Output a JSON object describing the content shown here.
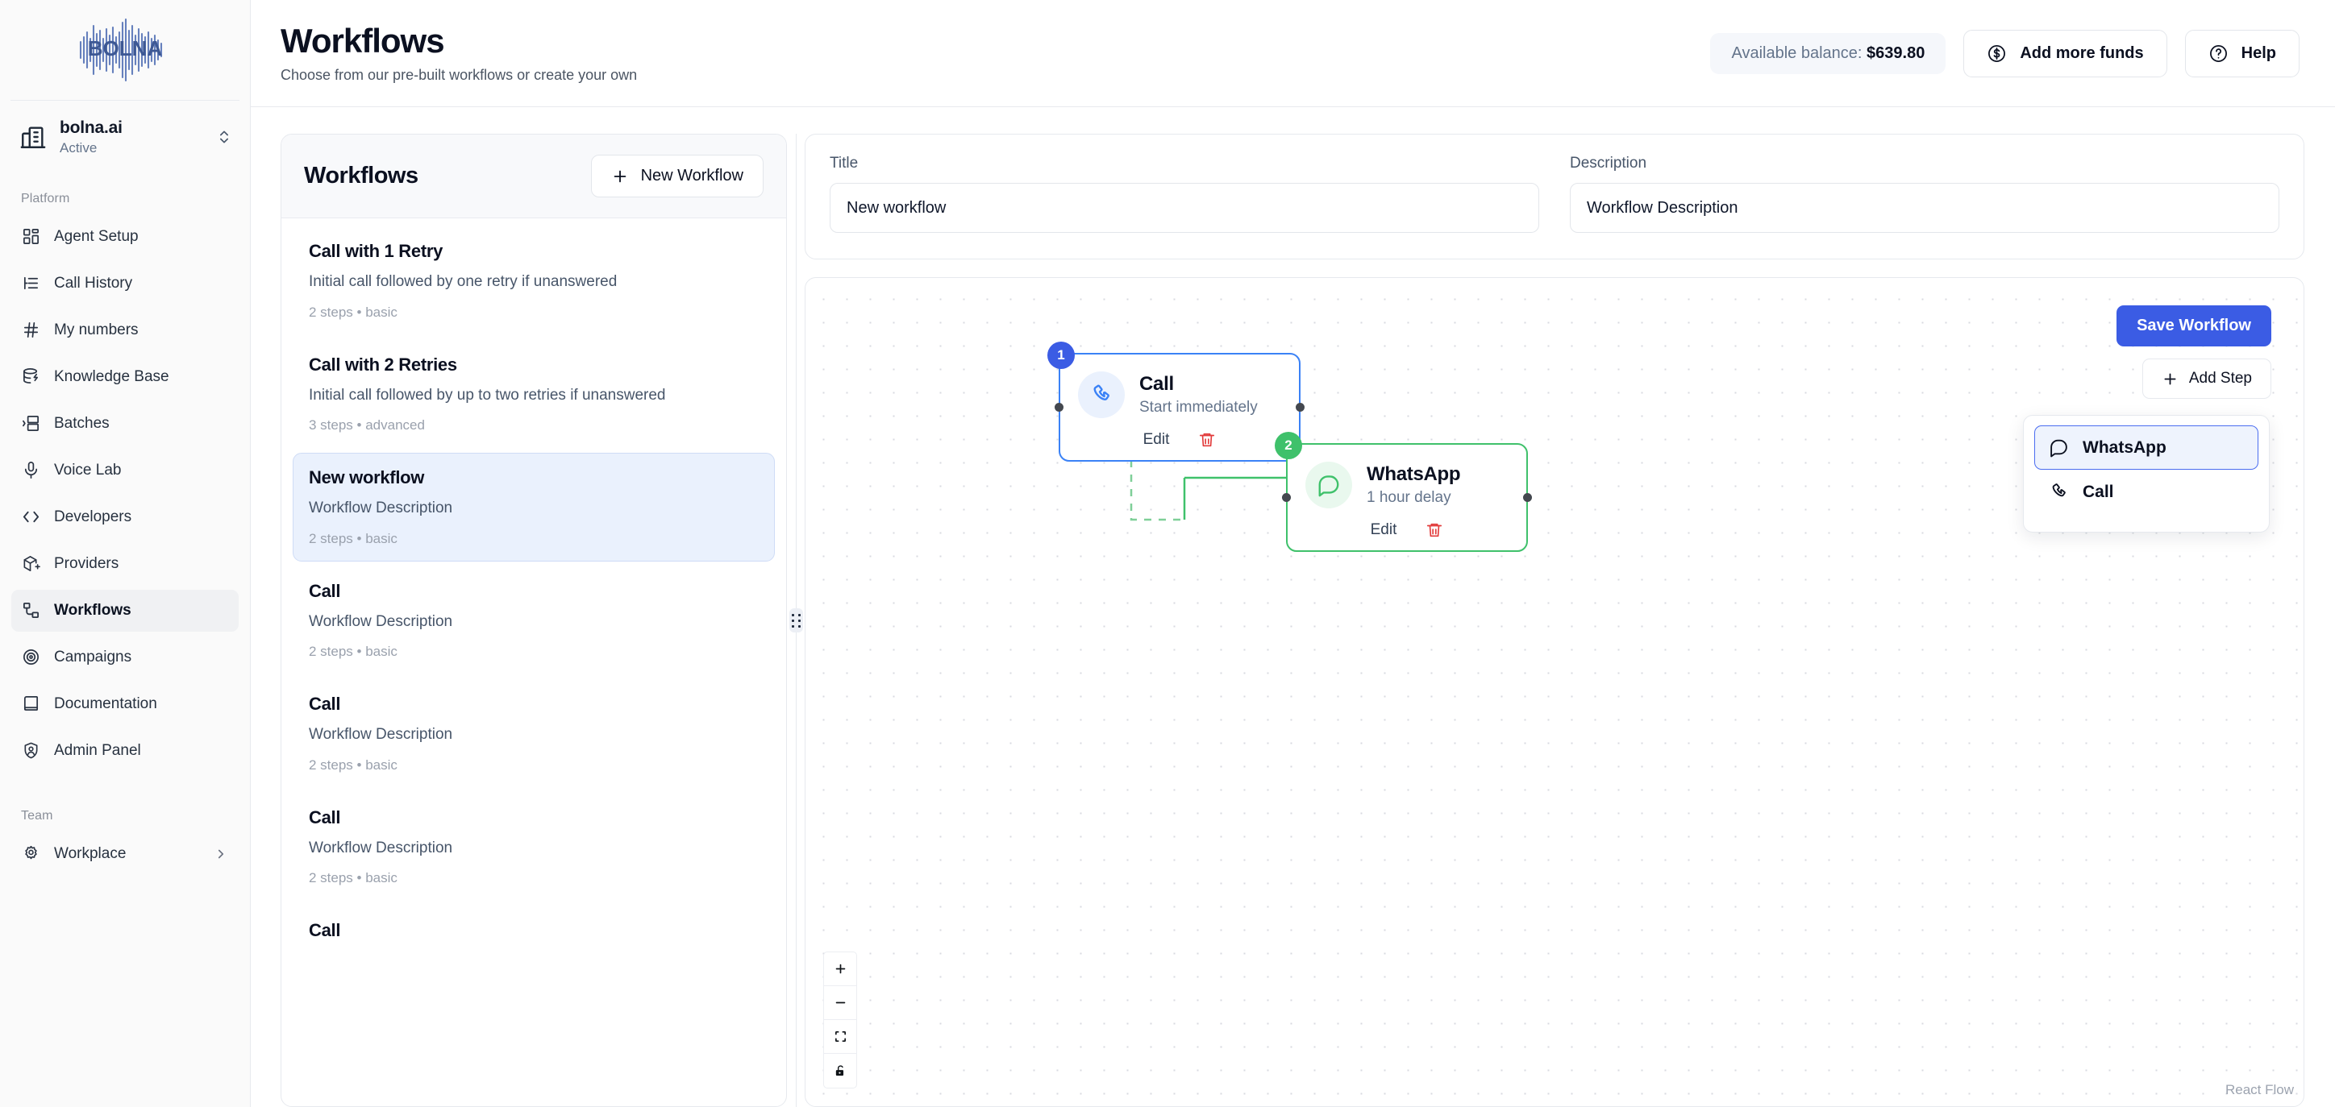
{
  "brand": {
    "logo_text": "BOLNA"
  },
  "sidebar": {
    "org": {
      "name": "bolna.ai",
      "status": "Active"
    },
    "sections": [
      {
        "label": "Platform",
        "items": [
          {
            "label": "Agent Setup",
            "icon": "dashboard-icon",
            "active": false
          },
          {
            "label": "Call History",
            "icon": "list-icon",
            "active": false
          },
          {
            "label": "My numbers",
            "icon": "hash-icon",
            "active": false
          },
          {
            "label": "Knowledge Base",
            "icon": "database-icon",
            "active": false
          },
          {
            "label": "Batches",
            "icon": "batches-icon",
            "active": false
          },
          {
            "label": "Voice Lab",
            "icon": "microphone-icon",
            "active": false
          },
          {
            "label": "Developers",
            "icon": "code-icon",
            "active": false
          },
          {
            "label": "Providers",
            "icon": "package-plus-icon",
            "active": false
          },
          {
            "label": "Workflows",
            "icon": "workflow-icon",
            "active": true
          },
          {
            "label": "Campaigns",
            "icon": "target-icon",
            "active": false
          },
          {
            "label": "Documentation",
            "icon": "book-icon",
            "active": false
          },
          {
            "label": "Admin Panel",
            "icon": "shield-user-icon",
            "active": false
          }
        ]
      },
      {
        "label": "Team",
        "items": [
          {
            "label": "Workplace",
            "icon": "gear-icon",
            "active": false,
            "chevron": true
          }
        ]
      }
    ]
  },
  "header": {
    "title": "Workflows",
    "subtitle": "Choose from our pre-built workflows or create your own",
    "balance_label": "Available balance:",
    "balance_value": "$639.80",
    "add_funds_label": "Add more funds",
    "help_label": "Help"
  },
  "workflow_panel": {
    "title": "Workflows",
    "new_button_label": "New Workflow",
    "items": [
      {
        "name": "Call with 1 Retry",
        "description": "Initial call followed by one retry if unanswered",
        "meta": "2 steps • basic",
        "selected": false
      },
      {
        "name": "Call with 2 Retries",
        "description": "Initial call followed by up to two retries if unanswered",
        "meta": "3 steps • advanced",
        "selected": false
      },
      {
        "name": "New workflow",
        "description": "Workflow Description",
        "meta": "2 steps • basic",
        "selected": true
      },
      {
        "name": "Call",
        "description": "Workflow Description",
        "meta": "2 steps • basic",
        "selected": false
      },
      {
        "name": "Call",
        "description": "Workflow Description",
        "meta": "2 steps • basic",
        "selected": false
      },
      {
        "name": "Call",
        "description": "Workflow Description",
        "meta": "2 steps • basic",
        "selected": false
      },
      {
        "name": "Call",
        "description": "",
        "meta": "",
        "selected": false
      }
    ]
  },
  "editor": {
    "title_label": "Title",
    "title_value": "New workflow",
    "description_label": "Description",
    "description_value": "Workflow Description",
    "save_label": "Save Workflow",
    "add_step_label": "Add Step",
    "step_menu": [
      {
        "label": "WhatsApp",
        "icon": "message-icon",
        "highlighted": true
      },
      {
        "label": "Call",
        "icon": "phone-icon",
        "highlighted": false
      }
    ],
    "nodes": [
      {
        "badge": "1",
        "title": "Call",
        "subtitle": "Start immediately",
        "edit_label": "Edit",
        "color": "#3b82f6",
        "icon": "phone-icon"
      },
      {
        "badge": "2",
        "title": "WhatsApp",
        "subtitle": "1 hour delay",
        "edit_label": "Edit",
        "color": "#3fc16b",
        "icon": "message-icon"
      }
    ],
    "controls": [
      {
        "icon": "zoom-in-icon",
        "name": "zoom-in"
      },
      {
        "icon": "zoom-out-icon",
        "name": "zoom-out"
      },
      {
        "icon": "fit-view-icon",
        "name": "fit-view"
      },
      {
        "icon": "unlock-icon",
        "name": "toggle-interactivity"
      }
    ],
    "attribution": "React Flow"
  },
  "colors": {
    "accent": "#3b5ce4",
    "node_blue": "#3b82f6",
    "node_green": "#3fc16b",
    "danger": "#e23b3b"
  }
}
